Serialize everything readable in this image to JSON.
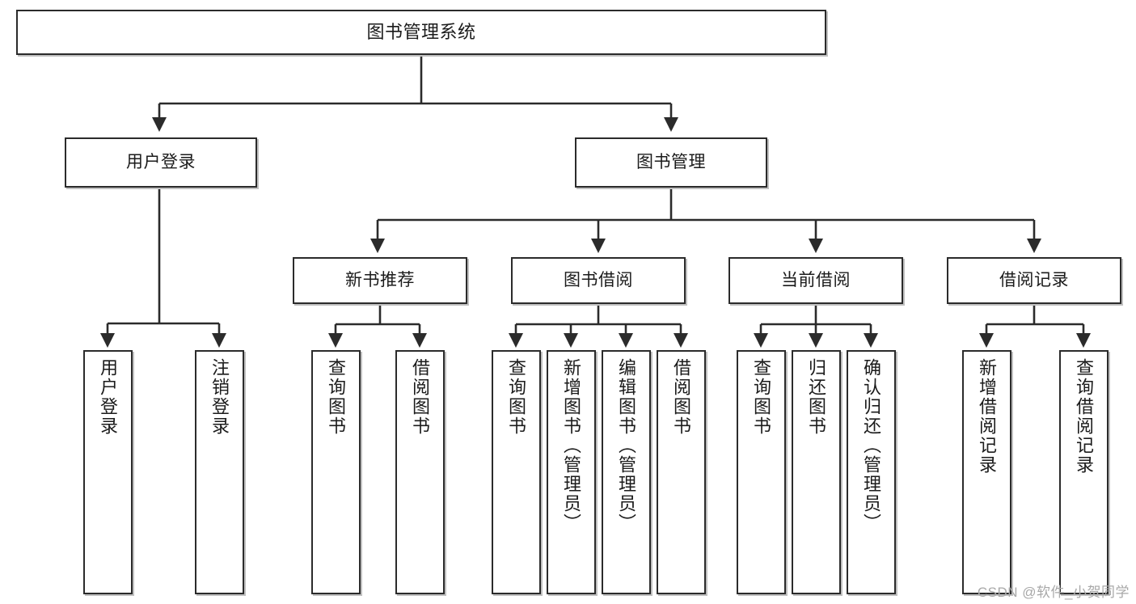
{
  "diagram": {
    "title": "图书管理系统",
    "watermark": "CSDN @软件_小贺同学",
    "colors": {
      "box_border": "#2b2b2b",
      "box_fill": "#ffffff",
      "connector": "#2b2b2b",
      "text": "#1b1b1b",
      "watermark": "#a8a8a8"
    },
    "root": {
      "label": "图书管理系统"
    },
    "level2": [
      {
        "label": "用户登录"
      },
      {
        "label": "图书管理"
      }
    ],
    "level3": [
      {
        "label": "新书推荐"
      },
      {
        "label": "图书借阅"
      },
      {
        "label": "当前借阅"
      },
      {
        "label": "借阅记录"
      }
    ],
    "leaves": {
      "user_login": [
        {
          "label": "用户登录"
        },
        {
          "label": "注销登录"
        }
      ],
      "new_book_recommend": [
        {
          "label": "查询图书"
        },
        {
          "label": "借阅图书"
        }
      ],
      "book_borrow": [
        {
          "label": "查询图书"
        },
        {
          "label": "新增图书（管理员）"
        },
        {
          "label": "编辑图书（管理员）"
        },
        {
          "label": "借阅图书"
        }
      ],
      "current_borrow": [
        {
          "label": "查询图书"
        },
        {
          "label": "归还图书"
        },
        {
          "label": "确认归还（管理员）"
        }
      ],
      "borrow_record": [
        {
          "label": "新增借阅记录"
        },
        {
          "label": "查询借阅记录"
        }
      ]
    }
  }
}
